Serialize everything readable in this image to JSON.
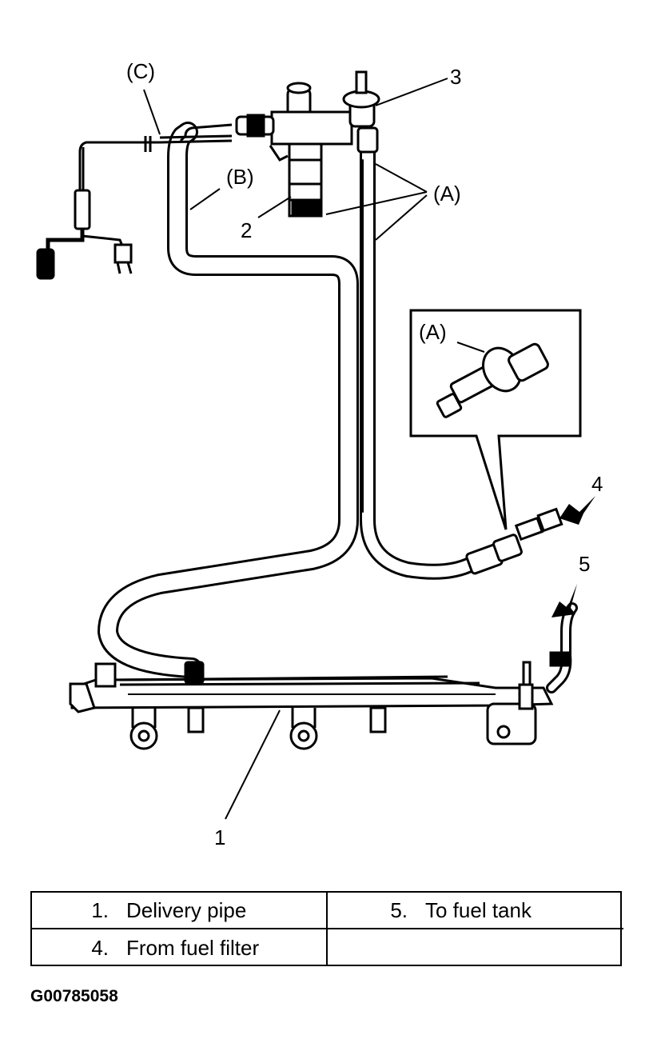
{
  "callouts": {
    "c": "(C)",
    "b": "(B)",
    "a": "(A)",
    "a_detail": "(A)",
    "n1": "1",
    "n2": "2",
    "n3": "3",
    "n4": "4",
    "n5": "5"
  },
  "legend": {
    "items": [
      {
        "num": "1.",
        "text": "Delivery pipe"
      },
      {
        "num": "5.",
        "text": "To fuel tank"
      },
      {
        "num": "4.",
        "text": "From fuel filter"
      },
      {
        "num": "",
        "text": ""
      }
    ]
  },
  "figure_code": "G00785058",
  "colors": {
    "ink": "#000000",
    "paper": "#ffffff"
  }
}
